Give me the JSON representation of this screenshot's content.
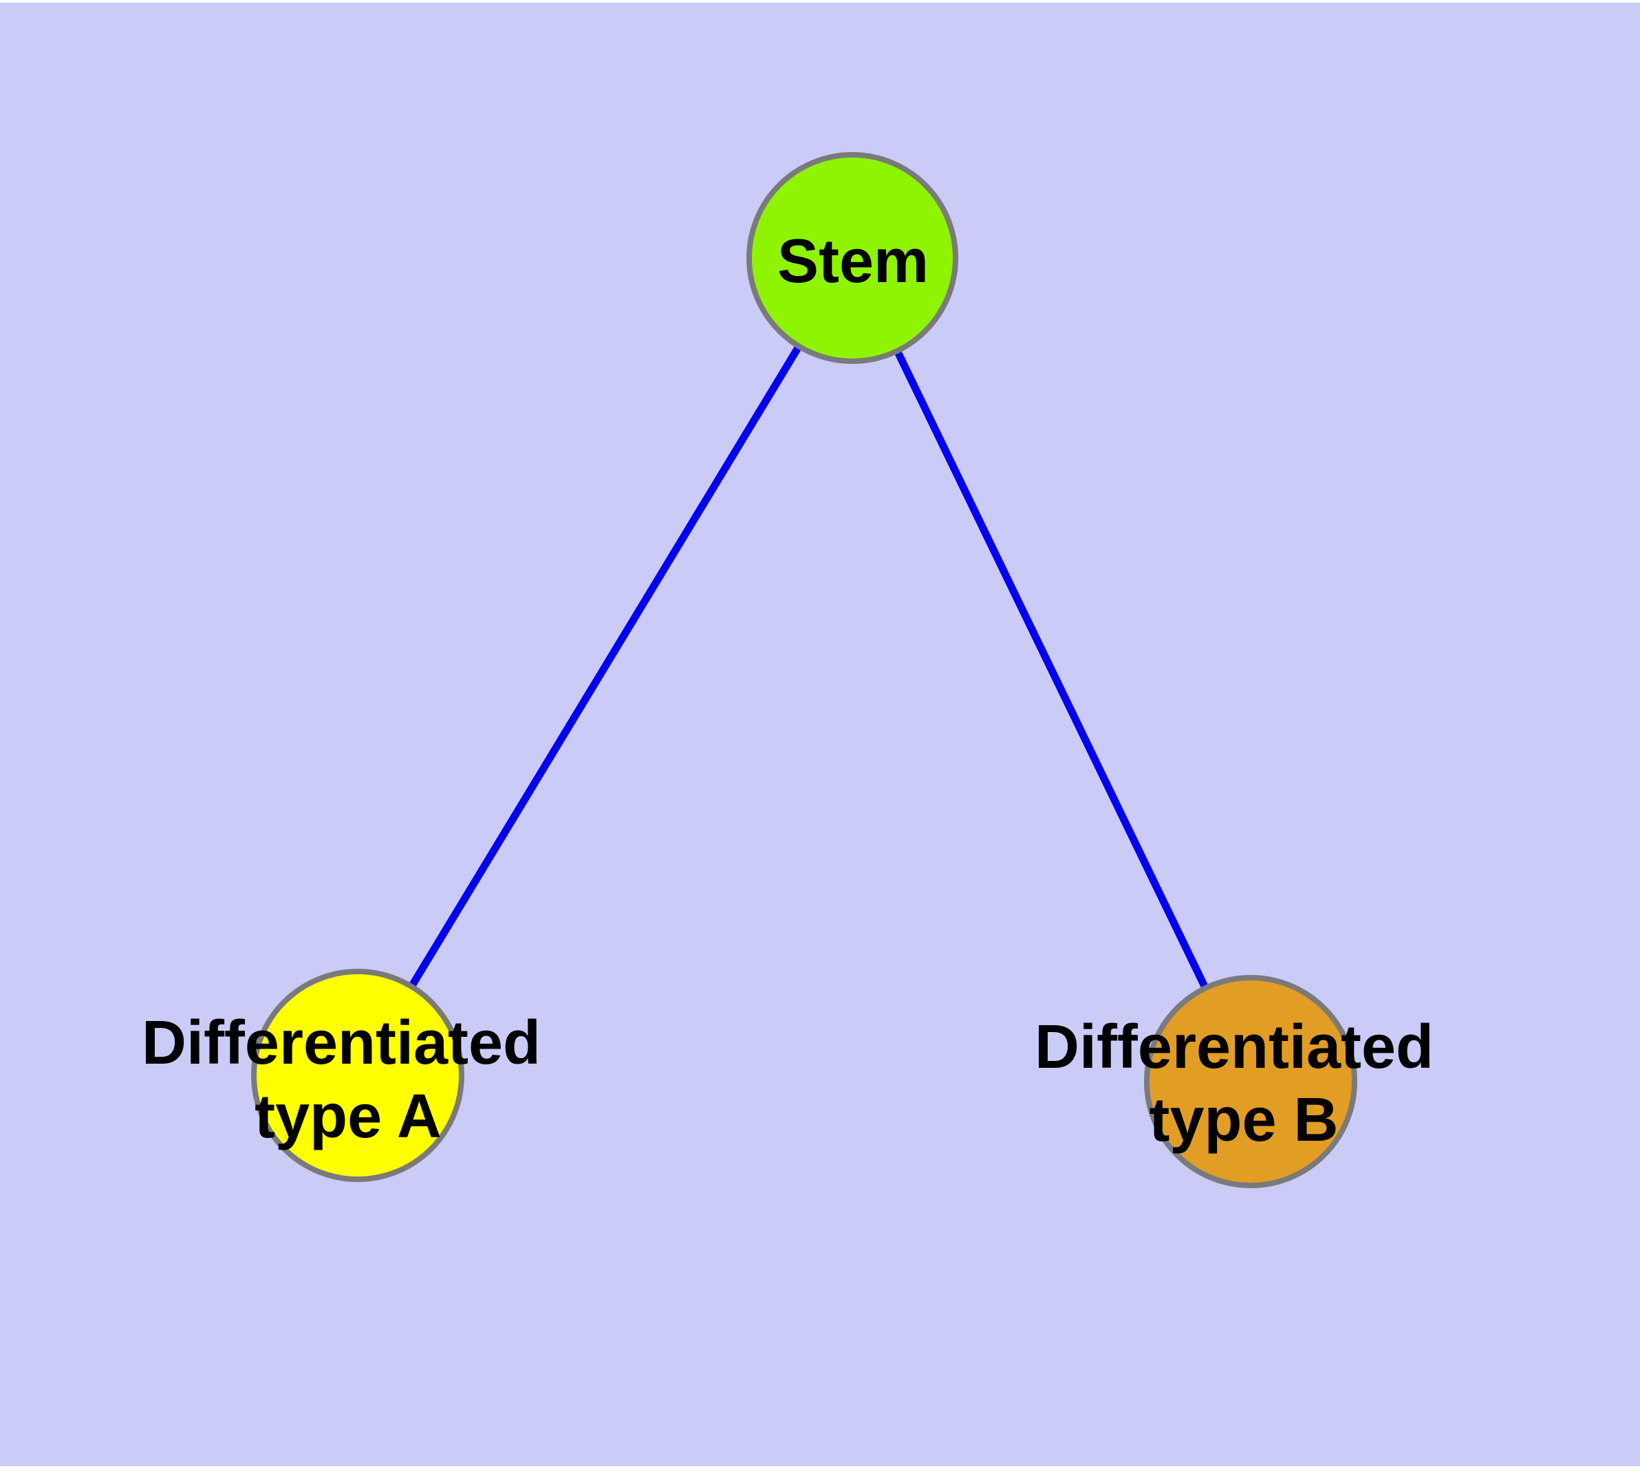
{
  "colors": {
    "background": "#cbcbf8",
    "top_strip": "#f1f1f6",
    "bottom_strip": "#ffffff",
    "edge": "#0202ee",
    "node_border": "#7a7a7a",
    "label_text": "#000000"
  },
  "diagram": {
    "type": "graph",
    "nodes": {
      "stem": {
        "label": "Stem",
        "fill": "#8ff401"
      },
      "type_a": {
        "label_line1": "Differentiated",
        "label_line2": "type A",
        "fill": "#ffff00"
      },
      "type_b": {
        "label_line1": "Differentiated",
        "label_line2": "type B",
        "fill": "#e29d24"
      }
    },
    "edges": [
      {
        "from": "Stem",
        "to": "Differentiated type A"
      },
      {
        "from": "Stem",
        "to": "Differentiated type B"
      }
    ]
  }
}
